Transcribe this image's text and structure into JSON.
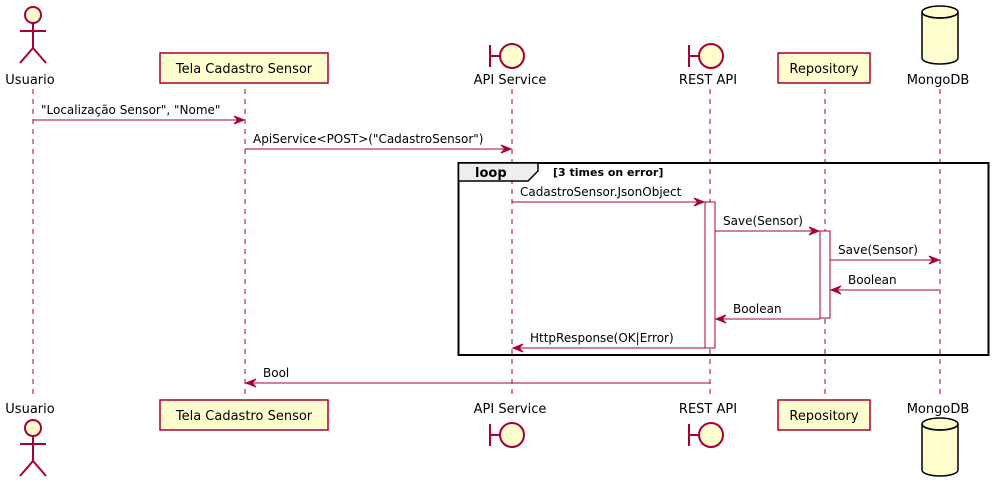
{
  "colors": {
    "line": "#A80036",
    "fill": "#FEFECE",
    "text": "#000000",
    "frame": "#000000",
    "loop_tab": "#EEEEEE"
  },
  "participants": [
    {
      "id": "usuario",
      "label": "Usuario",
      "kind": "actor"
    },
    {
      "id": "tela",
      "label": "Tela Cadastro Sensor",
      "kind": "participant"
    },
    {
      "id": "api",
      "label": "API Service",
      "kind": "boundary"
    },
    {
      "id": "rest",
      "label": "REST API",
      "kind": "boundary"
    },
    {
      "id": "repo",
      "label": "Repository",
      "kind": "participant"
    },
    {
      "id": "mongo",
      "label": "MongoDB",
      "kind": "database"
    }
  ],
  "messages": [
    {
      "label": "\"Localização Sensor\", \"Nome\"",
      "from": "usuario",
      "to": "tela",
      "dashed": false
    },
    {
      "label": "ApiService<POST>(\"CadastroSensor\")",
      "from": "tela",
      "to": "api",
      "dashed": false
    },
    {
      "label": "CadastroSensor.JsonObject",
      "from": "api",
      "to": "rest",
      "dashed": false
    },
    {
      "label": "Save(Sensor)",
      "from": "rest",
      "to": "repo",
      "dashed": false
    },
    {
      "label": "Save(Sensor)",
      "from": "repo",
      "to": "mongo",
      "dashed": false
    },
    {
      "label": "Boolean",
      "from": "mongo",
      "to": "repo",
      "dashed": false
    },
    {
      "label": "Boolean",
      "from": "repo",
      "to": "rest",
      "dashed": false
    },
    {
      "label": "HttpResponse(OK|Error)",
      "from": "rest",
      "to": "api",
      "dashed": false
    },
    {
      "label": "Bool",
      "from": "rest",
      "to": "tela",
      "dashed": false
    }
  ],
  "loop": {
    "keyword": "loop",
    "condition": "[3 times on error]"
  }
}
